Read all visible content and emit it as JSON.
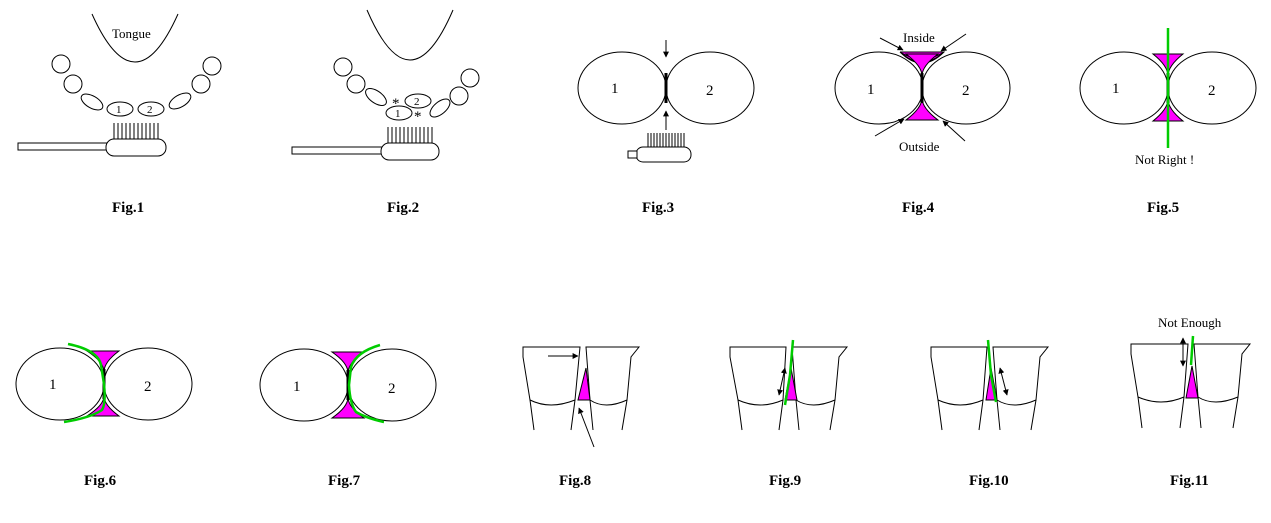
{
  "captions": [
    "Fig.1",
    "Fig.2",
    "Fig.3",
    "Fig.4",
    "Fig.5",
    "Fig.6",
    "Fig.7",
    "Fig.8",
    "Fig.9",
    "Fig.10",
    "Fig.11"
  ],
  "labels": {
    "tongue_1": "Tongue",
    "inside": "Inside",
    "outside": "Outside",
    "not_right": "Not Right !",
    "not_enough": "Not Enough",
    "tooth_1": "1",
    "tooth_2": "2",
    "asterisk": "*"
  },
  "colors": {
    "gap_fill": "#ff00ff",
    "floss_line": "#00cc00",
    "outline": "#000000"
  }
}
